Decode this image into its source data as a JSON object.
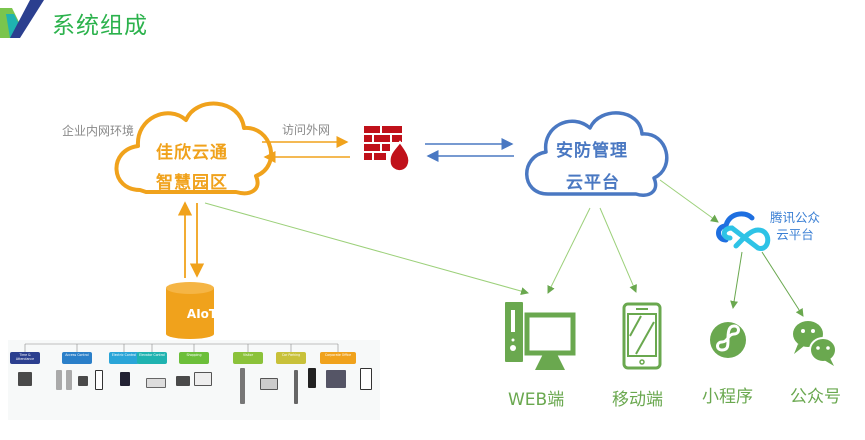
{
  "header": {
    "title": "系统组成"
  },
  "left_zone": {
    "environment_label": "企业内网环境",
    "cloud_line1": "佳欣云通",
    "cloud_line2": "智慧园区",
    "database_label": "AIoT"
  },
  "connection": {
    "label": "访问外网"
  },
  "security_cloud": {
    "line1": "安防管理",
    "line2": "云平台"
  },
  "tencent_cloud": {
    "line1": "腾讯公众",
    "line2": "云平台"
  },
  "endpoints": [
    {
      "label": "WEB端",
      "icon": "desktop-computer-icon"
    },
    {
      "label": "移动端",
      "icon": "mobile-phone-icon"
    },
    {
      "label": "小程序",
      "icon": "mini-program-icon"
    },
    {
      "label": "公众号",
      "icon": "wechat-icon"
    }
  ],
  "device_categories": [
    {
      "subtitle": "Time & Attendance",
      "color": "#2b3f8f"
    },
    {
      "subtitle": "Access Control",
      "color": "#2a7fc9"
    },
    {
      "subtitle": "Electric Control",
      "color": "#2aa5d8"
    },
    {
      "subtitle": "Elevator Control",
      "color": "#1fb3b0"
    },
    {
      "subtitle": "Shopping",
      "color": "#6cbf3a"
    },
    {
      "subtitle": "Visitor",
      "color": "#8bc23a"
    },
    {
      "subtitle": "Car Parking",
      "color": "#c8c13a"
    },
    {
      "subtitle": "Corporate Office",
      "color": "#f0a21c"
    }
  ],
  "colors": {
    "orange": "#f0a21c",
    "blue": "#4a78c2",
    "green": "#6aa84f",
    "firewall_red": "#c0111a",
    "title_green": "#2bb24c"
  }
}
